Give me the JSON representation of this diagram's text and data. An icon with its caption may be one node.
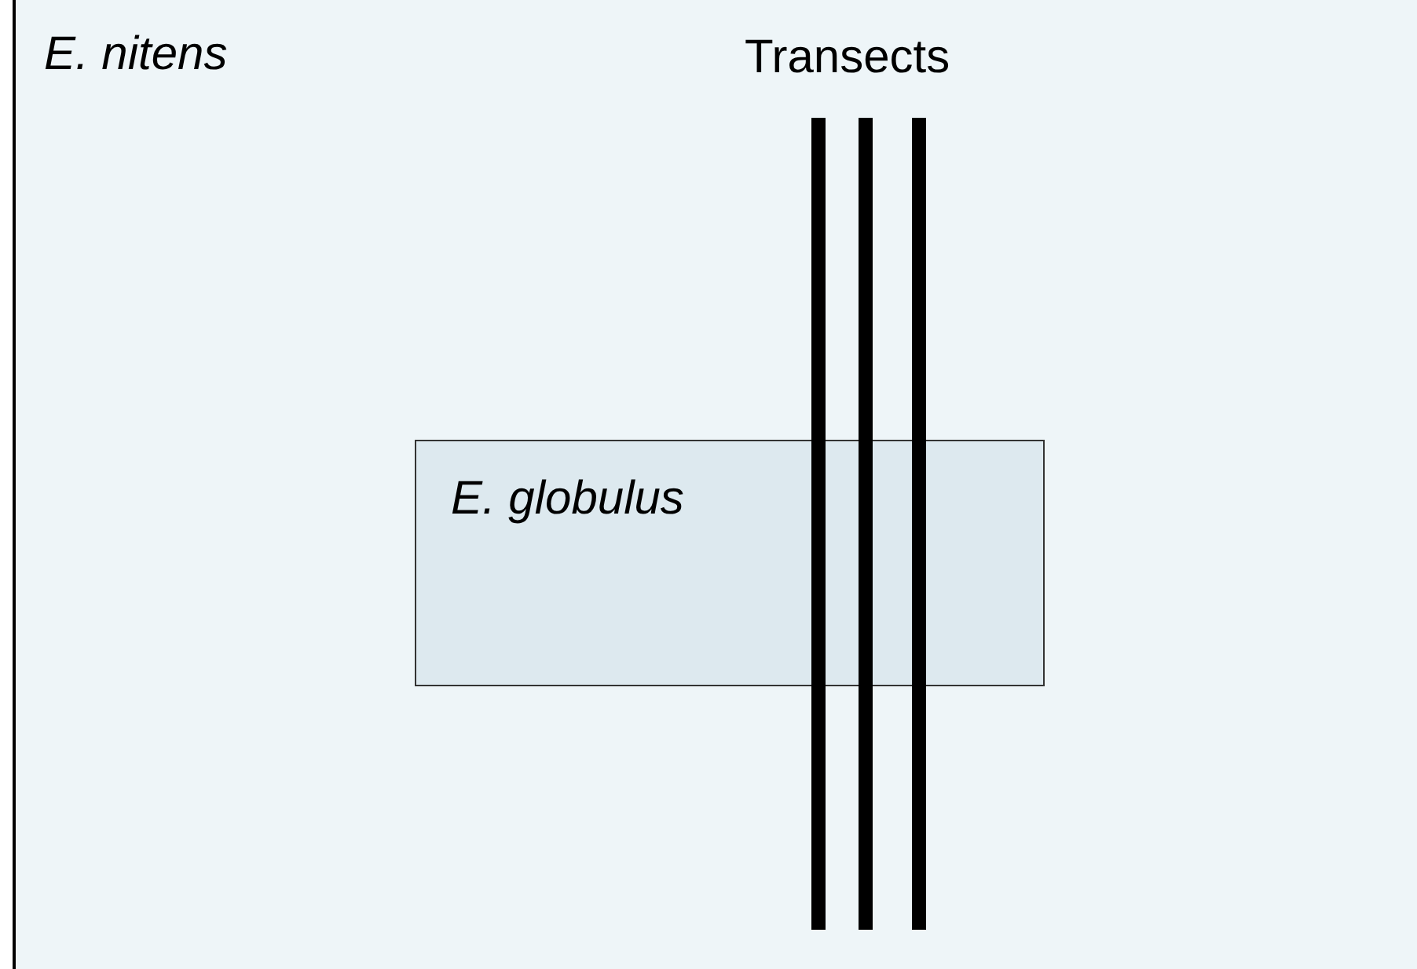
{
  "diagram": {
    "nodes": [
      {
        "text": [
          "E. nitens"
        ]
      },
      {
        "text": [
          "E. globulus"
        ],
        "in": 0
      }
    ],
    "labels": [
      "Transects"
    ]
  }
}
